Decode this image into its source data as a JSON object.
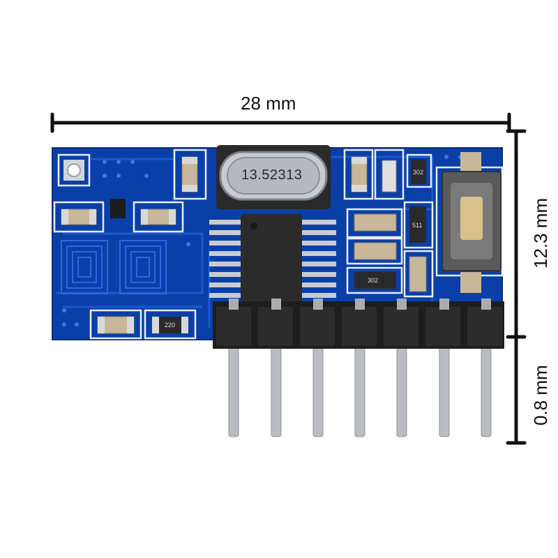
{
  "image": {
    "subject": "RF receiver module PCB with 7-pin header",
    "colors": {
      "pcb": "#0b3fa8",
      "trace": "#1a5ad0",
      "silkscreen": "#e8eef8",
      "ic": "#2b2b2b",
      "pins": "#b9bcc0",
      "header": "#1e1e1e",
      "button": "#d8c28a"
    }
  },
  "dimensions": {
    "width_label": "28 mm",
    "height_label": "12.3 mm",
    "pin_label": "0.8 mm"
  },
  "components": {
    "crystal_label": "13.52313",
    "resistor_labels": [
      "302",
      "511",
      "302",
      "220"
    ],
    "pin_count": 7
  }
}
